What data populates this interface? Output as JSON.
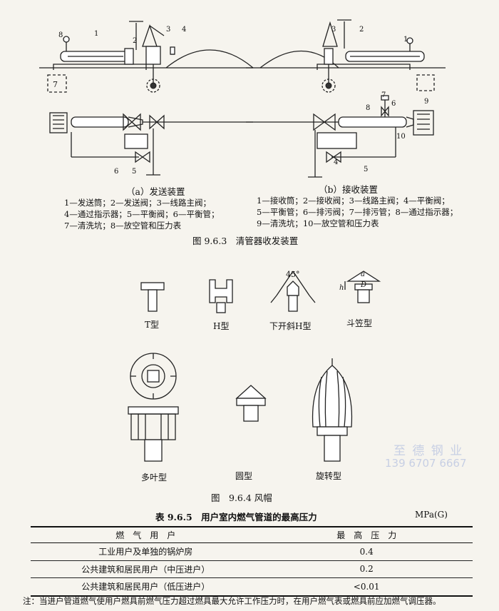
{
  "figure_963": {
    "caption": "图 9.6.3　清管器收发装置",
    "sending": {
      "label": "（a）发送装置",
      "numbers": [
        "1",
        "2",
        "3",
        "4",
        "5",
        "6",
        "7",
        "8"
      ],
      "legend": [
        "1—发送筒；2—发送阀；3—线路主阀；",
        "4—通过指示器；5—平衡阀；6—平衡管；",
        "7—清洗坑；8—放空管和压力表"
      ]
    },
    "receiving": {
      "label": "（b）接收装置",
      "numbers": [
        "1",
        "2",
        "3",
        "4",
        "5",
        "6",
        "7",
        "8",
        "9",
        "10"
      ],
      "legend": [
        "1—接收筒；2—接收阀；3—线路主阀；4—平衡阀；",
        "5—平衡管；6—排污阀；7—排污管；8—通过指示器；",
        "9—清洗坑；10—放空管和压力表"
      ]
    }
  },
  "figure_964": {
    "caption": "图　9.6.4 风帽",
    "types": {
      "t": "T型",
      "h": "H型",
      "h_down": "下开斜H型",
      "douli": "斗笠型",
      "duoye": "多叶型",
      "yuan": "圆型",
      "xuanzhuan": "旋转型"
    },
    "angle_label": "45°",
    "dim_a": "a",
    "dim_h": "h",
    "dim_D": "D"
  },
  "watermark": {
    "company": "至 德 钢 业",
    "phone": "139 6707 6667"
  },
  "table_965": {
    "title": "表 9.6.5　用户室内燃气管道的最高压力",
    "unit": "MPa(G)",
    "headers": [
      "燃　气　用　户",
      "最　高　压　力"
    ],
    "rows": [
      [
        "工业用户及单独的锅炉房",
        "0.4"
      ],
      [
        "公共建筑和居民用户（中压进户）",
        "0.2"
      ],
      [
        "公共建筑和居民用户（低压进户）",
        "<0.01"
      ]
    ],
    "note": "注：当进户管道燃气使用户燃具前燃气压力超过燃具最大允许工作压力时，在用户燃气表或燃具前应加燃气调压器。"
  },
  "colors": {
    "paper": "#f6f4ee",
    "ink": "#111111",
    "watermark": "#c7cfe4"
  }
}
